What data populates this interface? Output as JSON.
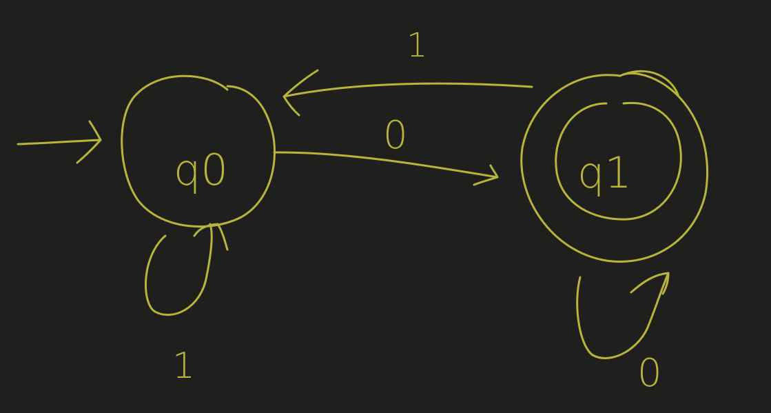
{
  "diagram": {
    "type": "finite-automaton",
    "ink_color": "#b8b43c",
    "background_color": "#1f1f1e",
    "states": [
      {
        "id": "q0",
        "label": "q0",
        "start": true,
        "accepting": false
      },
      {
        "id": "q1",
        "label": "q1",
        "start": false,
        "accepting": true
      }
    ],
    "transitions": [
      {
        "from": "q0",
        "to": "q1",
        "symbol": "0"
      },
      {
        "from": "q1",
        "to": "q0",
        "symbol": "1"
      },
      {
        "from": "q0",
        "to": "q0",
        "symbol": "1"
      },
      {
        "from": "q1",
        "to": "q1",
        "symbol": "0"
      }
    ]
  }
}
